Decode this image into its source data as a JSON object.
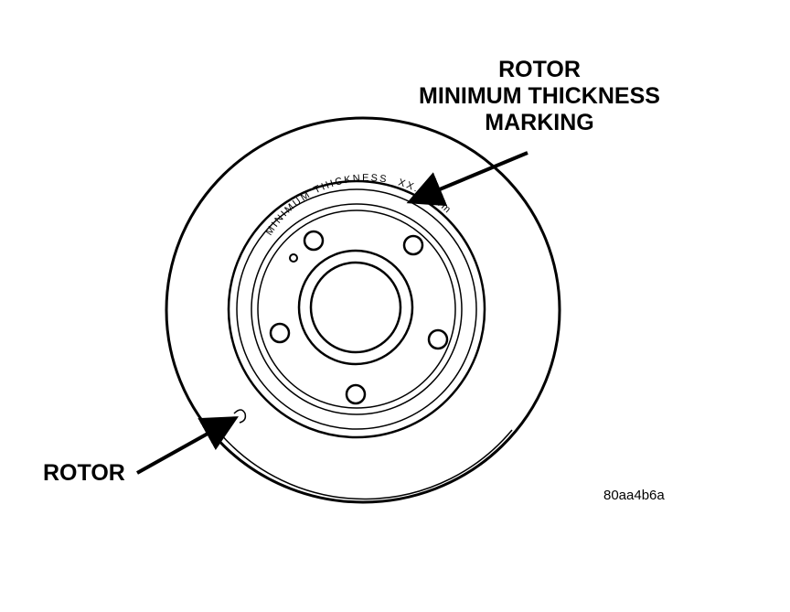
{
  "callouts": {
    "marking_lines": [
      "ROTOR",
      "MINIMUM THICKNESS",
      "MARKING"
    ],
    "rotor": "ROTOR"
  },
  "rotor_stamp": {
    "text": "MINIMUM THICKNESS",
    "value": "XX.XXmm"
  },
  "figure_code": "80aa4b6a"
}
